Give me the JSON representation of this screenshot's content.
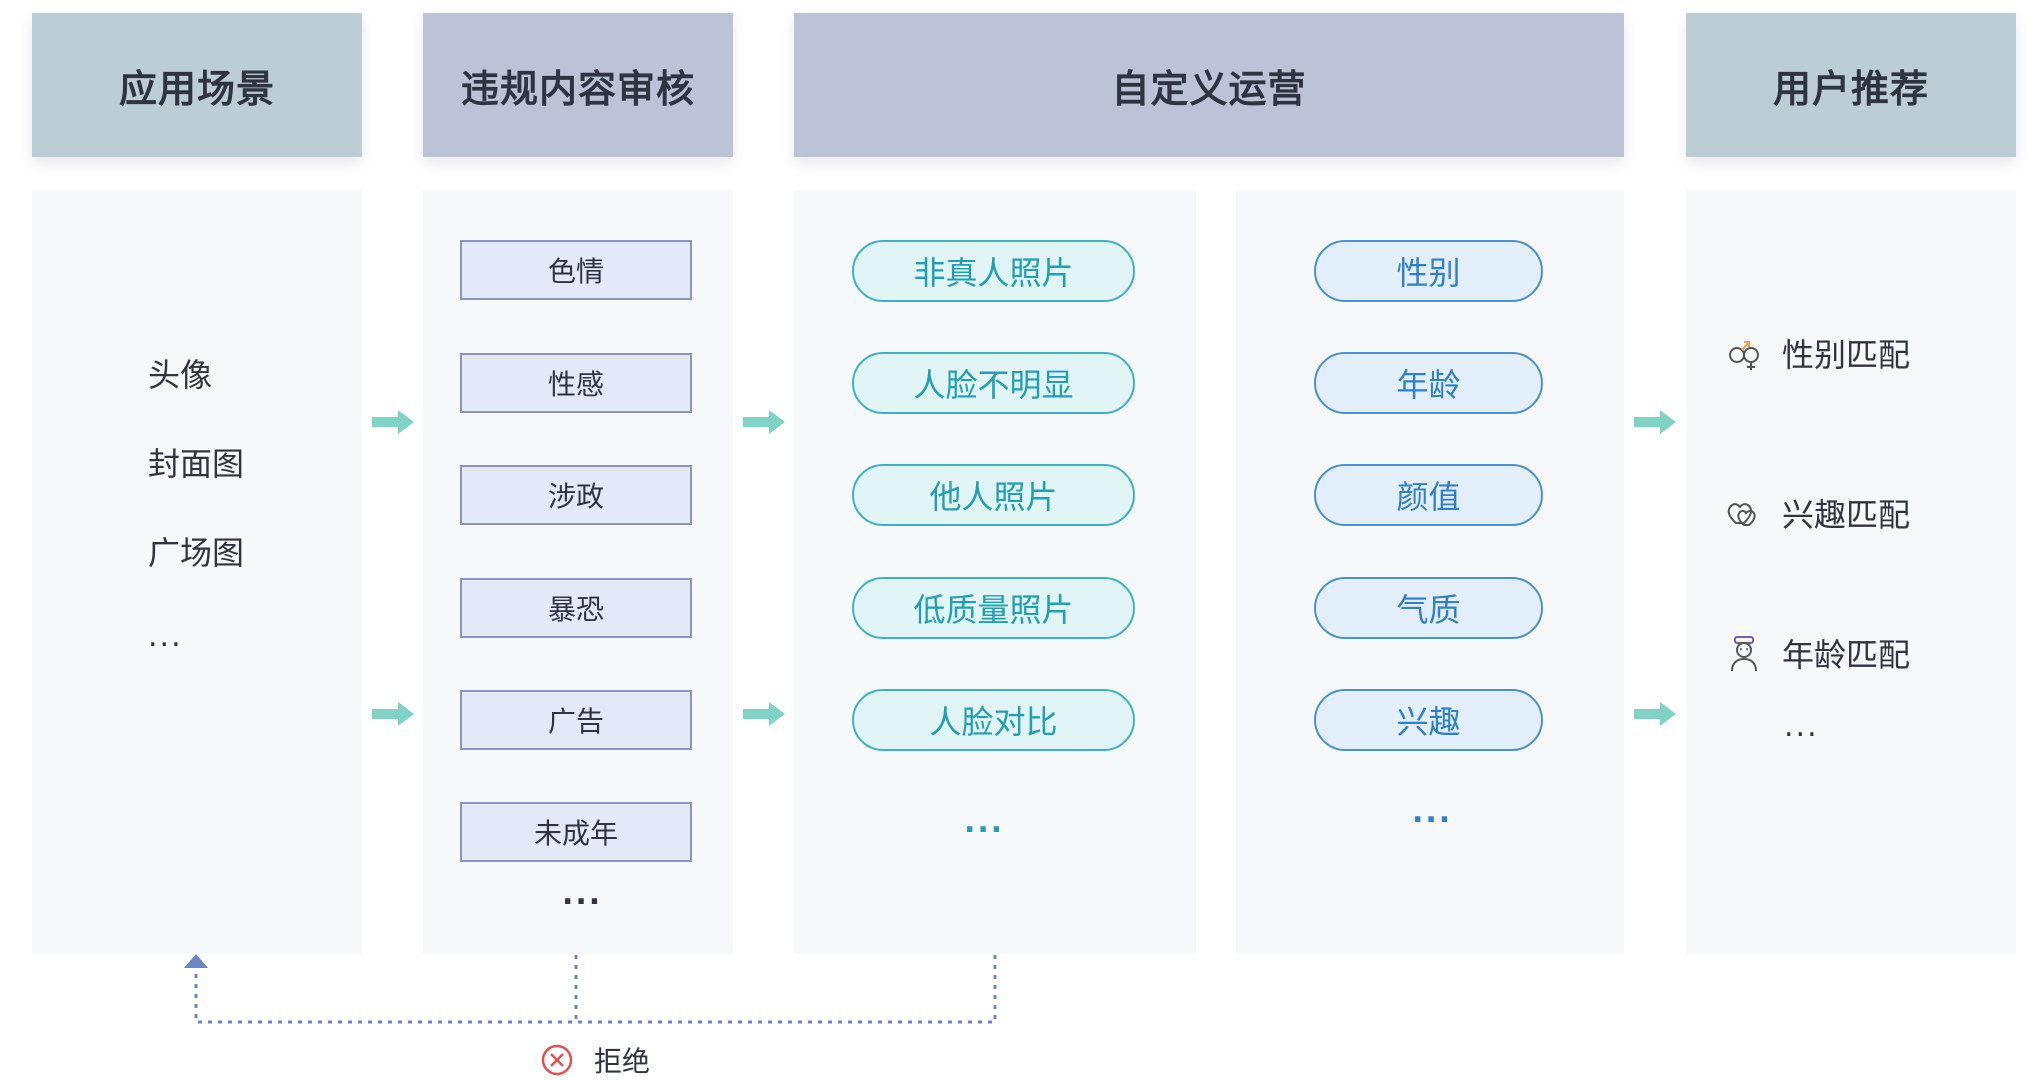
{
  "headers": {
    "scenes": "应用场景",
    "review": "违规内容审核",
    "custom": "自定义运营",
    "recommend": "用户推荐"
  },
  "scenes": [
    "头像",
    "封面图",
    "广场图",
    "..."
  ],
  "review_items": [
    "色情",
    "性感",
    "涉政",
    "暴恐",
    "广告",
    "未成年"
  ],
  "review_more": "...",
  "custom_left": [
    "非真人照片",
    "人脸不明显",
    "他人照片",
    "低质量照片",
    "人脸对比"
  ],
  "custom_left_more": "...",
  "custom_right": [
    "性别",
    "年龄",
    "颜值",
    "气质",
    "兴趣"
  ],
  "custom_right_more": "...",
  "recommend_items": [
    {
      "label": "性别匹配",
      "icon": "gender-icon"
    },
    {
      "label": "兴趣匹配",
      "icon": "hearts-icon"
    },
    {
      "label": "年龄匹配",
      "icon": "person-icon"
    }
  ],
  "recommend_more": "...",
  "reject_label": "拒绝",
  "colors": {
    "teal_pill": "#1fa0b4",
    "blue_pill": "#2e80cc",
    "arrow": "#7ed3c6",
    "reject_line": "#6b86c4",
    "reject_icon": "#e0524f"
  }
}
